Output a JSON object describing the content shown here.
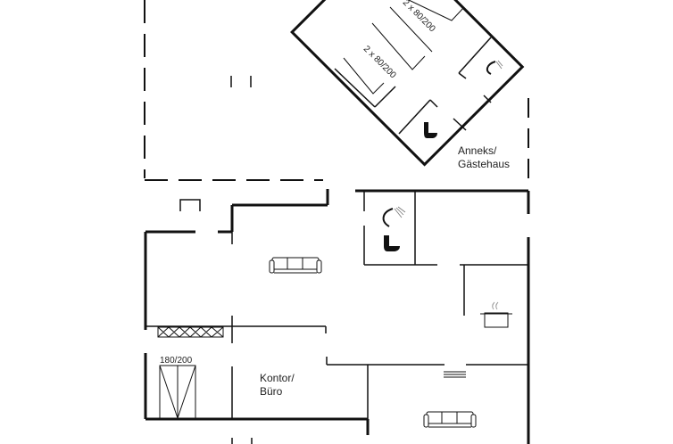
{
  "plan": {
    "type": "floor-plan",
    "colors": {
      "wall": "#111111",
      "line": "#222222",
      "background": "#ffffff"
    }
  },
  "rooms": {
    "annex": {
      "label_line1": "Anneks/",
      "label_line2": "Gästehaus"
    },
    "office": {
      "label_line1": "Kontor/",
      "label_line2": "Büro"
    },
    "bedroom": {
      "bed_label": "180/200"
    },
    "annex_beds": [
      {
        "bed_label": "2 x 80/200"
      },
      {
        "bed_label": "2 x 80/200"
      }
    ]
  },
  "icons": [
    "sofa-icon-living",
    "sofa-icon-lounge",
    "shower-icon-main",
    "toilet-icon-main",
    "shower-icon-annex",
    "toilet-icon-annex",
    "cooking-pot-icon",
    "stove-icon",
    "fireplace-icon"
  ]
}
